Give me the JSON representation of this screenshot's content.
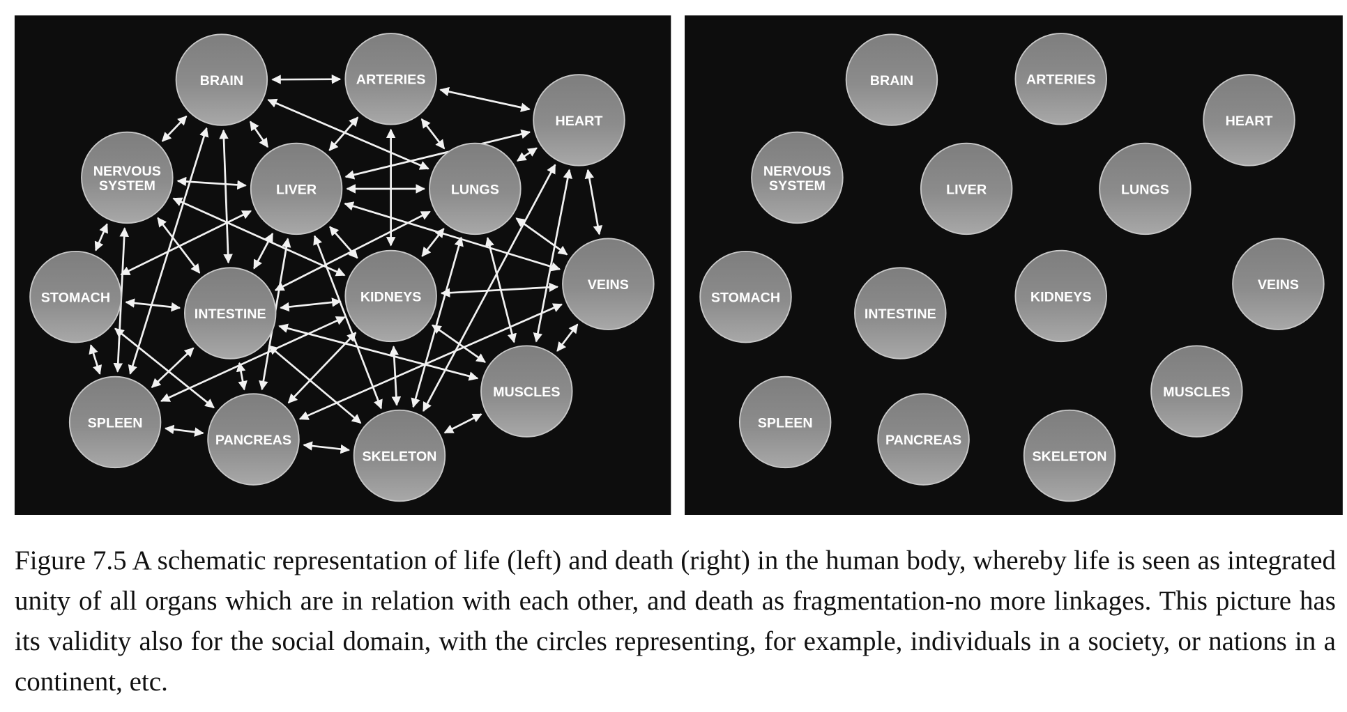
{
  "figure": {
    "panels": [
      {
        "name": "life",
        "connected": true
      },
      {
        "name": "death",
        "connected": false
      }
    ],
    "nodes": [
      {
        "id": "brain",
        "label": [
          "BRAIN"
        ]
      },
      {
        "id": "arteries",
        "label": [
          "ARTERIES"
        ]
      },
      {
        "id": "heart",
        "label": [
          "HEART"
        ]
      },
      {
        "id": "nervous",
        "label": [
          "NERVOUS",
          "SYSTEM"
        ]
      },
      {
        "id": "liver",
        "label": [
          "LIVER"
        ]
      },
      {
        "id": "lungs",
        "label": [
          "LUNGS"
        ]
      },
      {
        "id": "stomach",
        "label": [
          "STOMACH"
        ]
      },
      {
        "id": "intestine",
        "label": [
          "INTESTINE"
        ]
      },
      {
        "id": "kidneys",
        "label": [
          "KIDNEYS"
        ]
      },
      {
        "id": "veins",
        "label": [
          "VEINS"
        ]
      },
      {
        "id": "spleen",
        "label": [
          "SPLEEN"
        ]
      },
      {
        "id": "pancreas",
        "label": [
          "PANCREAS"
        ]
      },
      {
        "id": "skeleton",
        "label": [
          "SKELETON"
        ]
      },
      {
        "id": "muscles",
        "label": [
          "MUSCLES"
        ]
      }
    ],
    "edges": [
      [
        "brain",
        "arteries"
      ],
      [
        "arteries",
        "heart"
      ],
      [
        "brain",
        "lungs"
      ],
      [
        "brain",
        "nervous"
      ],
      [
        "brain",
        "liver"
      ],
      [
        "brain",
        "intestine"
      ],
      [
        "brain",
        "spleen"
      ],
      [
        "arteries",
        "liver"
      ],
      [
        "arteries",
        "lungs"
      ],
      [
        "arteries",
        "kidneys"
      ],
      [
        "heart",
        "liver"
      ],
      [
        "heart",
        "lungs"
      ],
      [
        "heart",
        "veins"
      ],
      [
        "heart",
        "skeleton"
      ],
      [
        "heart",
        "muscles"
      ],
      [
        "nervous",
        "liver"
      ],
      [
        "nervous",
        "stomach"
      ],
      [
        "nervous",
        "spleen"
      ],
      [
        "nervous",
        "intestine"
      ],
      [
        "nervous",
        "kidneys"
      ],
      [
        "liver",
        "lungs"
      ],
      [
        "liver",
        "stomach"
      ],
      [
        "liver",
        "veins"
      ],
      [
        "liver",
        "intestine"
      ],
      [
        "liver",
        "kidneys"
      ],
      [
        "liver",
        "pancreas"
      ],
      [
        "liver",
        "skeleton"
      ],
      [
        "lungs",
        "intestine"
      ],
      [
        "lungs",
        "kidneys"
      ],
      [
        "lungs",
        "veins"
      ],
      [
        "lungs",
        "skeleton"
      ],
      [
        "lungs",
        "muscles"
      ],
      [
        "stomach",
        "intestine"
      ],
      [
        "stomach",
        "spleen"
      ],
      [
        "stomach",
        "pancreas"
      ],
      [
        "intestine",
        "spleen"
      ],
      [
        "intestine",
        "kidneys"
      ],
      [
        "intestine",
        "pancreas"
      ],
      [
        "intestine",
        "skeleton"
      ],
      [
        "intestine",
        "muscles"
      ],
      [
        "kidneys",
        "spleen"
      ],
      [
        "kidneys",
        "skeleton"
      ],
      [
        "kidneys",
        "muscles"
      ],
      [
        "kidneys",
        "veins"
      ],
      [
        "kidneys",
        "pancreas"
      ],
      [
        "veins",
        "pancreas"
      ],
      [
        "veins",
        "muscles"
      ],
      [
        "spleen",
        "pancreas"
      ],
      [
        "pancreas",
        "skeleton"
      ],
      [
        "skeleton",
        "muscles"
      ]
    ],
    "colors": {
      "background": "#0d0d0d",
      "node_top": "#7e7e7e",
      "node_bottom": "#a8a8a8",
      "node_stroke": "#c8c8c8",
      "arrow": "#f2f2f2"
    }
  },
  "caption": "Figure 7.5 A schematic representation of life (left) and death (right) in the human body, whereby life is seen as integrated unity of all organs which are in relation with each other, and death as fragmentation-no more linkages. This picture has its validity also for the social domain, with the circles representing, for example, individuals in a society, or nations in a continent, etc."
}
